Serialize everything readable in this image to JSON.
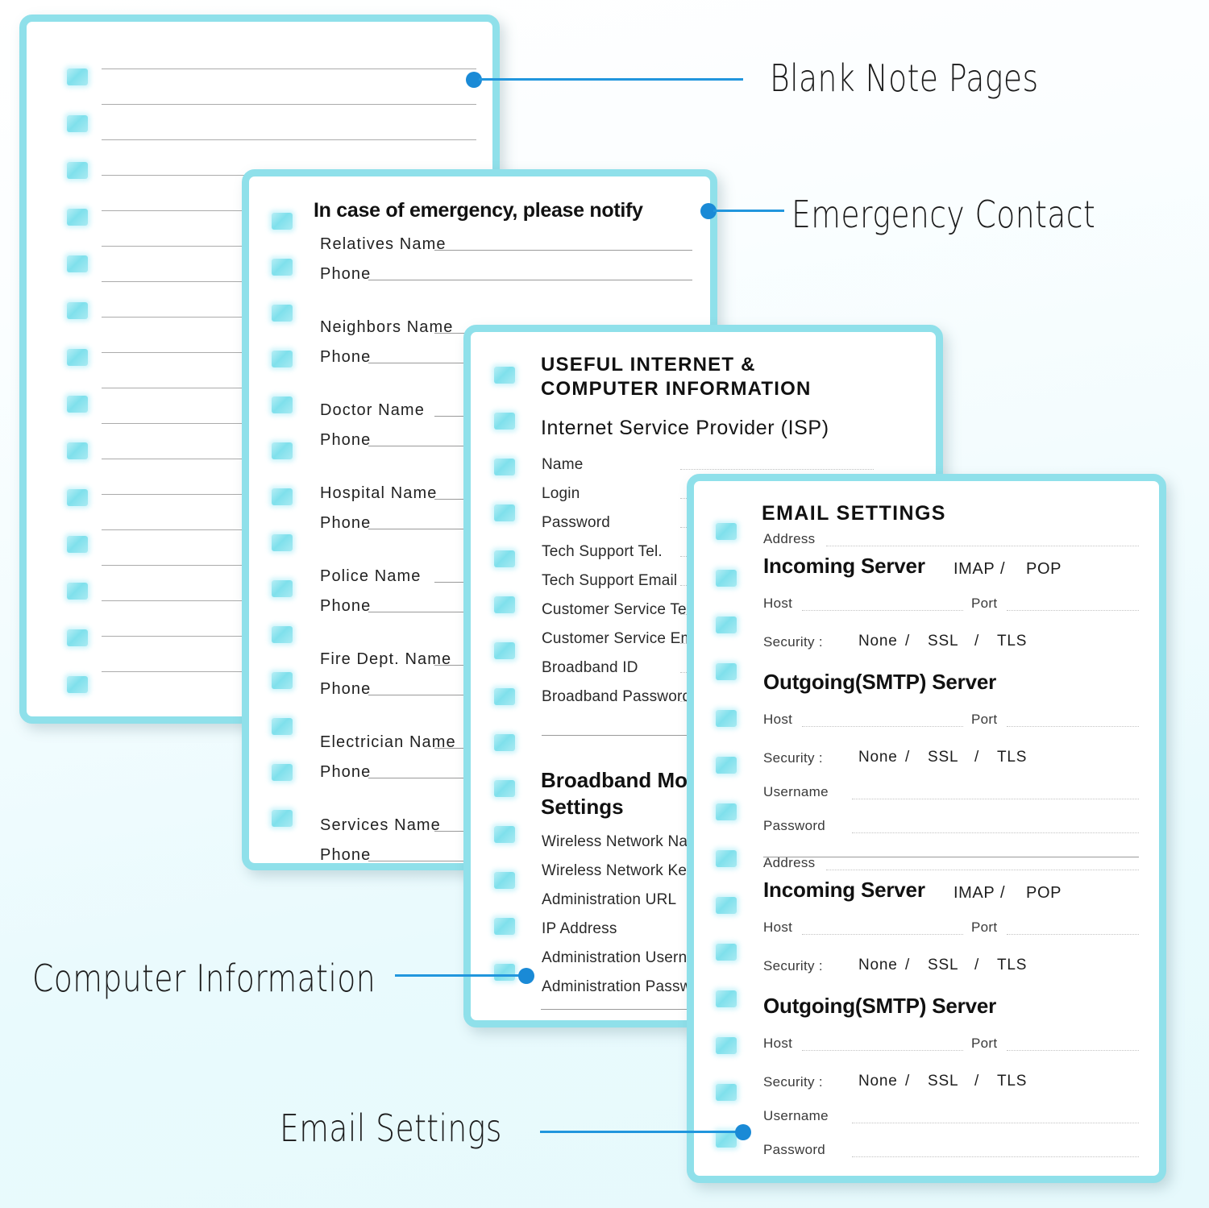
{
  "annotations": [
    {
      "label": "Blank Note Pages"
    },
    {
      "label": "Emergency Contact"
    },
    {
      "label": "Computer Information"
    },
    {
      "label": "Email Settings"
    }
  ],
  "blank_note_page": {
    "line_count": 18,
    "tab_count": 14
  },
  "emergency_page": {
    "title": "In case of emergency, please notify",
    "groups": [
      {
        "name_label": "Relatives  Name",
        "phone_label": "Phone"
      },
      {
        "name_label": "Neighbors  Name",
        "phone_label": "Phone"
      },
      {
        "name_label": "Doctor  Name",
        "phone_label": "Phone"
      },
      {
        "name_label": "Hospital  Name",
        "phone_label": "Phone"
      },
      {
        "name_label": "Police  Name",
        "phone_label": "Phone"
      },
      {
        "name_label": "Fire  Dept.  Name",
        "phone_label": "Phone"
      },
      {
        "name_label": "Electrician  Name",
        "phone_label": "Phone"
      },
      {
        "name_label": "Services  Name",
        "phone_label": "Phone"
      }
    ]
  },
  "internet_page": {
    "title_line1": "USEFUL  INTERNET  &",
    "title_line2": "COMPUTER  INFORMATION",
    "isp_heading": "Internet  Service  Provider (ISP)",
    "isp_fields": [
      "Name",
      "Login",
      "Password",
      "Tech Support Tel.",
      "Tech Support Email",
      "Customer Service Tel.",
      "Customer Service Email",
      "Broadband ID",
      "Broadband Password"
    ],
    "modem_heading_line1": "Broadband  Modem",
    "modem_heading_line2": "Settings",
    "modem_fields": [
      "Wireless Network Name",
      "Wireless Network Key",
      "Administration URL",
      "IP Address",
      "Administration Username",
      "Administration Password"
    ]
  },
  "email_page": {
    "title": "EMAIL  SETTINGS",
    "blocks": [
      {
        "address_label": "Address",
        "incoming_heading": "Incoming Server",
        "incoming_options": [
          "IMAP",
          "/",
          "POP"
        ],
        "incoming_host_label": "Host",
        "incoming_port_label": "Port",
        "incoming_security_label": "Security :",
        "incoming_security_options": [
          "None",
          "/",
          "SSL",
          "/",
          "TLS"
        ],
        "outgoing_heading": "Outgoing(SMTP) Server",
        "outgoing_host_label": "Host",
        "outgoing_port_label": "Port",
        "outgoing_security_label": "Security :",
        "outgoing_security_options": [
          "None",
          "/",
          "SSL",
          "/",
          "TLS"
        ],
        "username_label": "Username",
        "password_label": "Password"
      },
      {
        "address_label": "Address",
        "incoming_heading": "Incoming Server",
        "incoming_options": [
          "IMAP",
          "/",
          "POP"
        ],
        "incoming_host_label": "Host",
        "incoming_port_label": "Port",
        "incoming_security_label": "Security :",
        "incoming_security_options": [
          "None",
          "/",
          "SSL",
          "/",
          "TLS"
        ],
        "outgoing_heading": "Outgoing(SMTP) Server",
        "outgoing_host_label": "Host",
        "outgoing_port_label": "Port",
        "outgoing_security_label": "Security :",
        "outgoing_security_options": [
          "None",
          "/",
          "SSL",
          "/",
          "TLS"
        ],
        "username_label": "Username",
        "password_label": "Password"
      }
    ]
  },
  "colors": {
    "background": "#e9fafd",
    "card_border": "#8fe0ea",
    "tab": "#7fe0ec",
    "leader_blue": "#2196dd",
    "dot_blue": "#1a8ad6",
    "rule_gray": "#8f8f8f"
  }
}
